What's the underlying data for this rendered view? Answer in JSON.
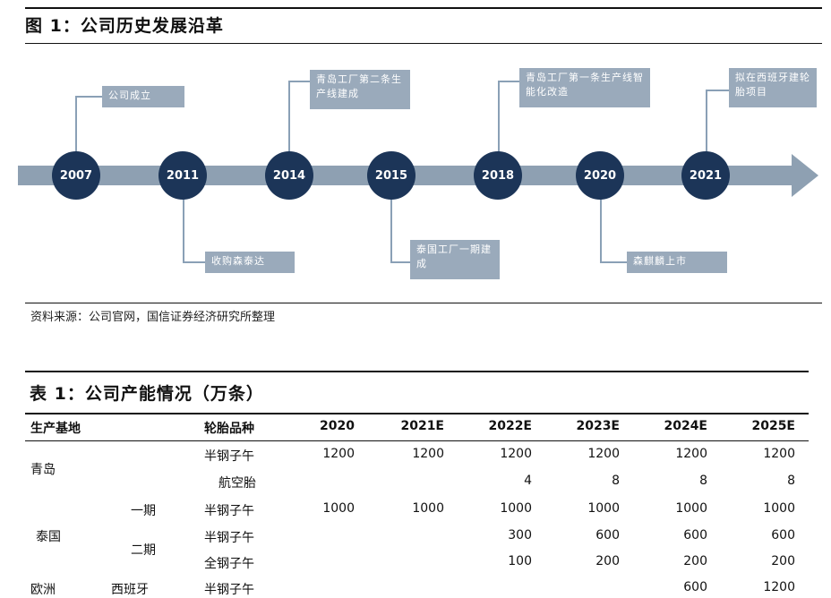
{
  "figure": {
    "title": "图 1：公司历史发展沿革",
    "source": "资料来源：公司官网，国信证券经济研究所整理"
  },
  "timeline": {
    "years": [
      "2007",
      "2011",
      "2014",
      "2015",
      "2018",
      "2020",
      "2021"
    ],
    "events": {
      "e2007": "公司成立",
      "e2011": "收购森泰达",
      "e2014": "青岛工厂第二条生产线建成",
      "e2015": "泰国工厂一期建成",
      "e2018": "青岛工厂第一条生产线智能化改造",
      "e2020": "森麒麟上市",
      "e2021": "拟在西班牙建轮胎项目"
    },
    "colors": {
      "arrow": "#8ea0b2",
      "node": "#1c3558",
      "box": "#9aaabb"
    }
  },
  "table": {
    "title": "表 1：公司产能情况（万条）",
    "headers": {
      "base": "生产基地",
      "type": "轮胎品种",
      "y2020": "2020",
      "y2021": "2021E",
      "y2022": "2022E",
      "y2023": "2023E",
      "y2024": "2024E",
      "y2025": "2025E"
    },
    "rows": [
      {
        "base": "青岛",
        "phase": "",
        "type": "半钢子午",
        "v": [
          "1200",
          "1200",
          "1200",
          "1200",
          "1200",
          "1200"
        ]
      },
      {
        "base": "",
        "phase": "",
        "type": "航空胎",
        "v": [
          "",
          "",
          "4",
          "8",
          "8",
          "8"
        ]
      },
      {
        "base": "",
        "phase": "一期",
        "type": "半钢子午",
        "v": [
          "1000",
          "1000",
          "1000",
          "1000",
          "1000",
          "1000"
        ]
      },
      {
        "base": "泰国",
        "phase": "二期",
        "type": "半钢子午",
        "v": [
          "",
          "",
          "300",
          "600",
          "600",
          "600"
        ]
      },
      {
        "base": "",
        "phase": "",
        "type": "全钢子午",
        "v": [
          "",
          "",
          "100",
          "200",
          "200",
          "200"
        ]
      },
      {
        "base": "欧洲",
        "phase": "西班牙",
        "type": "半钢子午",
        "v": [
          "",
          "",
          "",
          "",
          "600",
          "1200"
        ]
      }
    ]
  }
}
